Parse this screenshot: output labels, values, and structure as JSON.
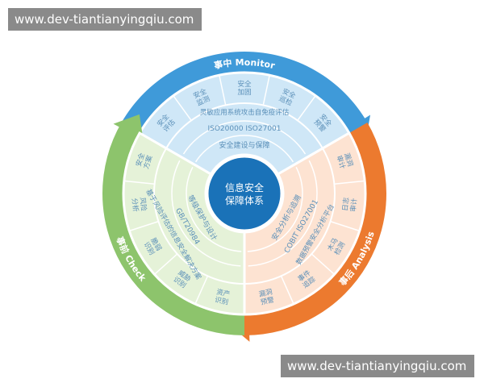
{
  "watermark": {
    "top": "www.dev-tiantianyingqiu.com",
    "bottom": "www.dev-tiantianyingqiu.com"
  },
  "center": {
    "line1": "信息安全",
    "line2": "保障体系"
  },
  "colors": {
    "monitor": "#3f9ad9",
    "monitor_light": "#cfe7f7",
    "analysis": "#ec7a2f",
    "analysis_light": "#fde3d2",
    "check": "#8dc46c",
    "check_light": "#e5f2d8",
    "center": "#1a72b8",
    "label_text": "#5a8fb8"
  },
  "sectors": {
    "monitor": {
      "ring_label": "事中 Monitor",
      "inner": [
        "安全建设与保障",
        "ISO20000 ISO27001",
        "灵敏应用系统攻击自免疫评估"
      ],
      "outer": [
        "安全评估",
        "安全监测",
        "安全加固",
        "安全巡检",
        "安全预警"
      ]
    },
    "analysis": {
      "ring_label": "事后 Analysis",
      "inner": [
        "安全分析与追溯",
        "COBIT ISO27001",
        "数据预警安全分析平台"
      ],
      "outer": [
        "漏洞审计",
        "日志审计",
        "木马检测",
        "事件追踪",
        "漏洞预警"
      ]
    },
    "check": {
      "ring_label": "事前 Check",
      "inner": [
        "等级保护与设计",
        "GB/T20984",
        "基于风险评估的信息安全解决方案"
      ],
      "outer": [
        "资产识别",
        "威胁识别",
        "脆弱识别",
        "风险分析",
        "安全方案"
      ]
    }
  }
}
